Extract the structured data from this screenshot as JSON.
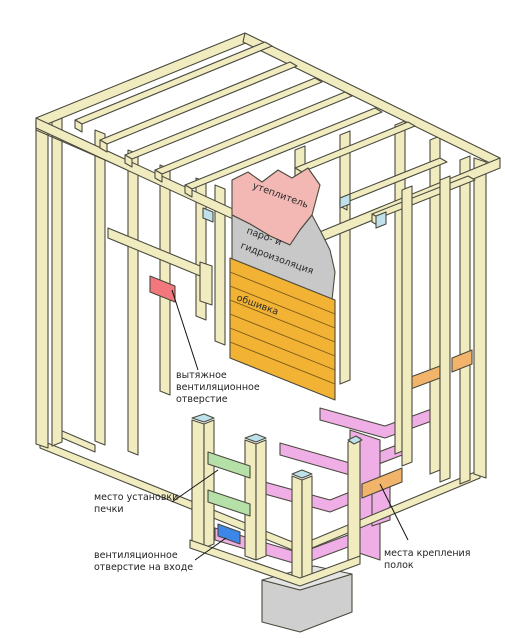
{
  "labels": {
    "insulation": "утеплитель",
    "vapor_line1": "паро- и",
    "vapor_line2": "гидроизоляция",
    "cladding": "обшивка",
    "exhaust_line1": "вытяжное",
    "exhaust_line2": "вентиляционное",
    "exhaust_line3": "отверстие",
    "stove_line1": "место установки",
    "stove_line2": "печки",
    "inlet_line1": "вентиляционное",
    "inlet_line2": "отверстие на входе",
    "shelf_line1": "места крепления",
    "shelf_line2": "полок"
  },
  "colors": {
    "frame": "#f1ebc0",
    "outline": "#4a4a3e",
    "insulation": "#f3b7b4",
    "membrane": "#c8c8c8",
    "cladding": "#f2b233",
    "floor_joist": "#f0aee6",
    "shelf_mount": "#f2b46a",
    "stove_brace": "#b5e0a8",
    "exhaust_vent": "#f2787d",
    "inlet_vent": "#3b86e6",
    "post_cap": "#bfe1ec",
    "foundation": "#cfcfcf"
  }
}
